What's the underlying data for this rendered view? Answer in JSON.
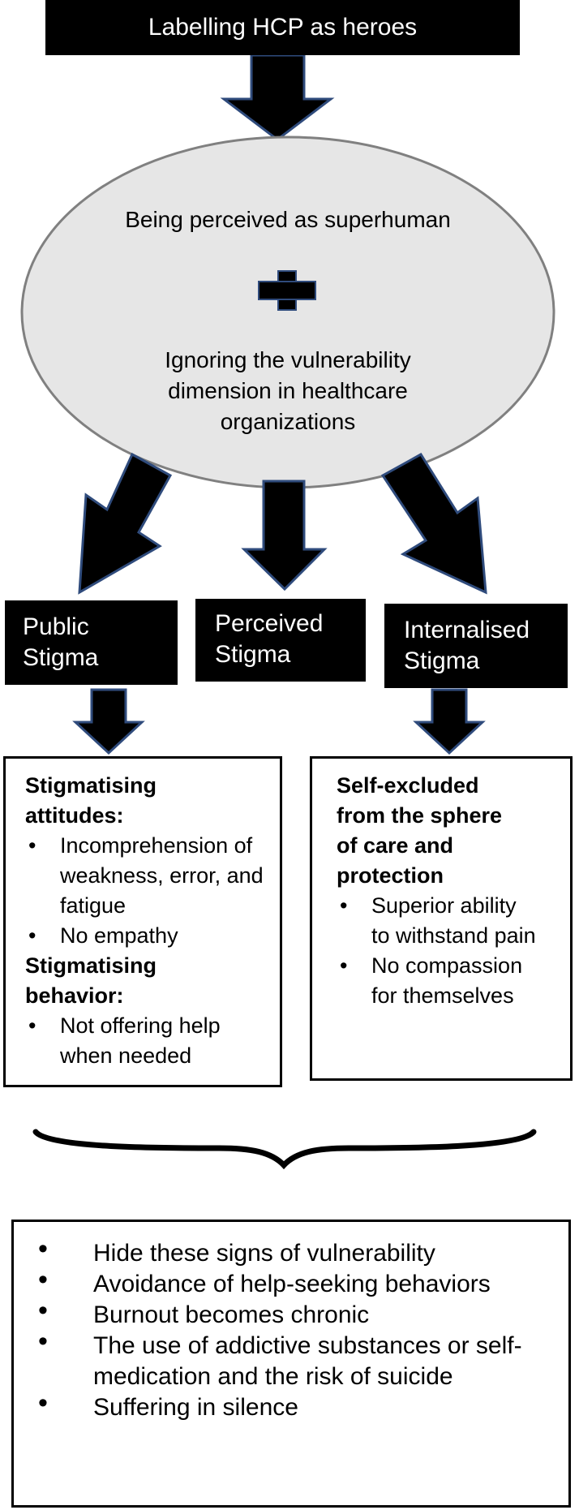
{
  "top": {
    "label": "Labelling HCP as heroes"
  },
  "ellipse": {
    "line1": "Being perceived as superhuman",
    "plus": "+",
    "line2": "Ignoring the vulnerability dimension in healthcare organizations"
  },
  "stigma": {
    "public": "Public Stigma",
    "perceived": "Perceived Stigma",
    "internalised": "Internalised Stigma"
  },
  "left_box": {
    "heading1": "Stigmatising attitudes:",
    "bullets1": [
      "Incomprehension of weakness, error, and fatigue",
      "No empathy"
    ],
    "heading2": "Stigmatising behavior:",
    "bullets2": [
      "Not offering help when needed"
    ]
  },
  "right_box": {
    "heading": "Self-excluded from the sphere of care and protection",
    "bullets": [
      "Superior ability to withstand pain",
      "No compassion for themselves"
    ]
  },
  "bottom_box": {
    "bullets": [
      "Hide these signs of vulnerability",
      "Avoidance of help-seeking behaviors",
      "Burnout becomes chronic",
      "The use of addictive substances or self-medication and the risk of suicide",
      "Suffering in silence"
    ]
  },
  "colors": {
    "arrow_fill": "#000000",
    "arrow_stroke": "#2f4b7c",
    "ellipse_fill": "#e6e6e6",
    "ellipse_stroke": "#808080"
  }
}
